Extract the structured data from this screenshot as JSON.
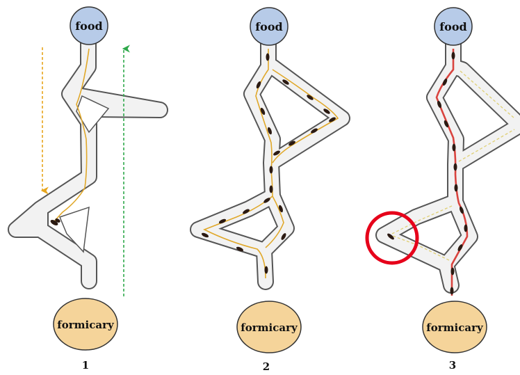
{
  "nodes": {
    "food_label": "food",
    "nest_label": "formicary"
  },
  "panels": [
    {
      "number": "1"
    },
    {
      "number": "2"
    },
    {
      "number": "3"
    }
  ],
  "colors": {
    "food_fill": "#b7cbe8",
    "nest_fill": "#f5d49a",
    "node_stroke": "#333333",
    "path_outline": "#555555",
    "path_fill": "#f2f2f2",
    "explore_trail": "#e0a82a",
    "down_arrow": "#e7a51c",
    "up_arrow": "#2ea84a",
    "pheromone_trail": "#d9443f",
    "highlight_circle": "#e6001a",
    "ant": "#2b1a12"
  }
}
